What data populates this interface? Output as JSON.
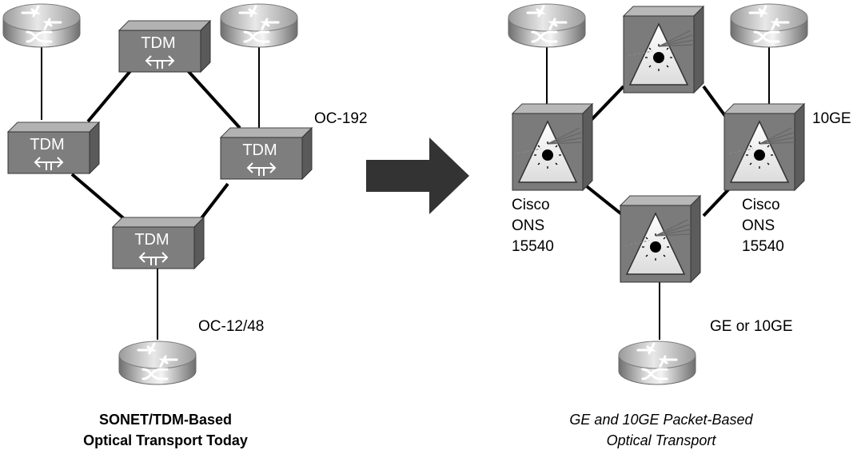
{
  "left": {
    "caption_line1": "SONET/TDM-Based",
    "caption_line2": "Optical Transport Today",
    "ring_label": "OC-192",
    "access_label": "OC-12/48",
    "node_text": "TDM"
  },
  "right": {
    "caption_line1": "GE and 10GE Packet-Based",
    "caption_line2": "Optical Transport",
    "ring_label": "10GE",
    "access_label": "GE or 10GE",
    "left_node_label": [
      "Cisco",
      "ONS",
      "15540"
    ],
    "right_node_label": [
      "Cisco",
      "ONS",
      "15540"
    ]
  },
  "icons": {
    "router": "router-icon",
    "tdm_mux": "tdm-mux-icon",
    "optical_switch": "optical-node-icon",
    "transition": "right-arrow-icon"
  }
}
